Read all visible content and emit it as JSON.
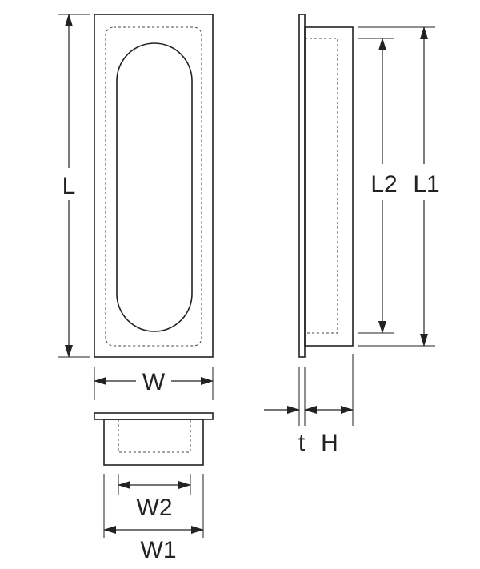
{
  "labels": {
    "L": "L",
    "W": "W",
    "W1": "W1",
    "W2": "W2",
    "L1": "L1",
    "L2": "L2",
    "t": "t",
    "H": "H"
  }
}
